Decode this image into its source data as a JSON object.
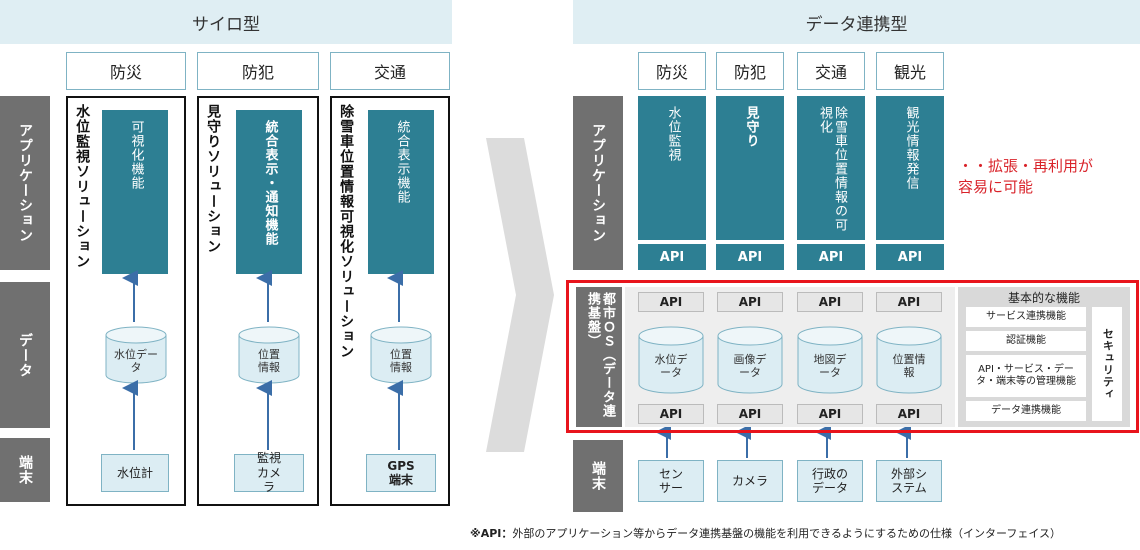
{
  "silo": {
    "title": "サイロ型",
    "categories": [
      "防災",
      "防犯",
      "交通"
    ],
    "side_labels": [
      "アプリケーション",
      "データ",
      "端末"
    ],
    "solutions": [
      {
        "name": "水位監視ソリューション",
        "function": "可視化機能",
        "data": "水位データ",
        "device": "水位計"
      },
      {
        "name": "見守りソリューション",
        "function": "統合表示・通知機能",
        "data": "位置情報",
        "device": "監視カメラ"
      },
      {
        "name": "除雪車位置情報可視化ソリューション",
        "function": "統合表示機能",
        "data": "位置情報",
        "device": "GPS端末"
      }
    ]
  },
  "linked": {
    "title": "データ連携型",
    "categories": [
      "防災",
      "防犯",
      "交通",
      "観光"
    ],
    "side_labels": [
      "アプリケーション",
      "端末"
    ],
    "os_label": "都市ＯＳ（データ連携基盤）",
    "apps": [
      "水位監視",
      "見守り",
      "除雪車位置情報の可視化",
      "観光情報発信"
    ],
    "api_label": "API",
    "data_stores": [
      "水位データ",
      "画像データ",
      "地図データ",
      "位置情報"
    ],
    "devices": [
      "センサー",
      "カメラ",
      "行政のデータ",
      "外部システム"
    ],
    "basic": {
      "title": "基本的な機能",
      "items": [
        "サービス連携機能",
        "認証機能",
        "API・サービス・データ・端末等の管理機能",
        "データ連携機能"
      ],
      "security": "セキュリティ"
    },
    "note": "・・拡張・再利用が容易に可能"
  },
  "footnote": {
    "bold": "※API：",
    "text": "外部のアプリケーション等からデータ連携基盤の機能を利用できるようにするための仕様（インターフェイス）"
  },
  "colors": {
    "teal": "#2d7f93",
    "header": "#dfeef3",
    "side": "#707070",
    "red": "#e8141c"
  }
}
